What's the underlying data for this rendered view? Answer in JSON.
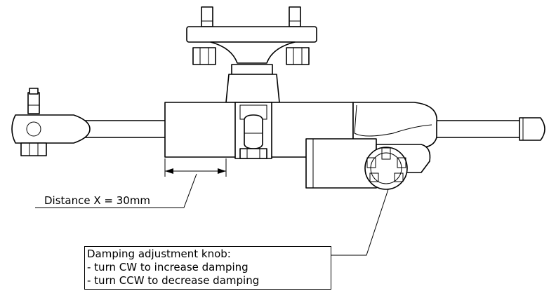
{
  "labels": {
    "distance": "Distance X = 30mm"
  },
  "note": {
    "title": "Damping adjustment knob:",
    "line1": "- turn CW to increase damping",
    "line2": "- turn CCW to decrease damping"
  }
}
